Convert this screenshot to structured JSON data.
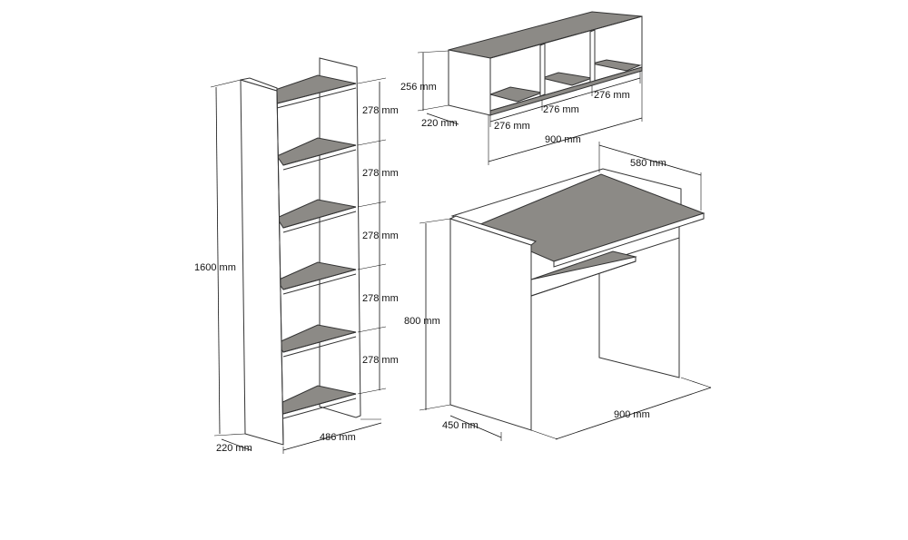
{
  "colors": {
    "background": "#ffffff",
    "board_fill": "#8c8a86",
    "outline": "#333333"
  },
  "bookcase": {
    "height_label": "1600 mm",
    "depth_label": "220 mm",
    "width_label": "486 mm",
    "shelf_gap_labels": [
      "278 mm",
      "278 mm",
      "278 mm",
      "278 mm",
      "278 mm"
    ]
  },
  "wall_shelf": {
    "height_label": "256 mm",
    "depth_label": "220 mm",
    "cell_labels": [
      "276 mm",
      "276 mm",
      "276 mm"
    ],
    "width_label": "900 mm"
  },
  "desk": {
    "height_label": "800 mm",
    "depth_label": "580 mm",
    "side_depth_label": "450 mm",
    "width_label": "900 mm"
  }
}
